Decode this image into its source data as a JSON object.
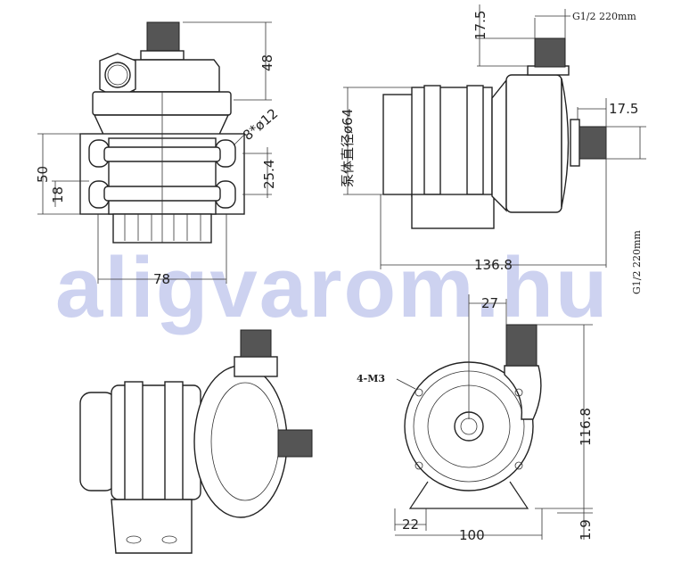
{
  "watermark": "aligvarom.hu",
  "top_view": {
    "height_48": "48",
    "holes": "8*ø12",
    "height_50": "50",
    "height_18": "18",
    "spacing_25_4": "25.4",
    "width_78": "78"
  },
  "side_view": {
    "outlet_length": "17.5",
    "outlet_thread": "G1/2  220mm",
    "body_diameter": "泵体直径ø64",
    "inlet_length": "17.5",
    "total_length": "136.8",
    "inlet_thread": "G1/2  220mm"
  },
  "front_view": {
    "offset_27": "27",
    "screws": "4-M3",
    "height_116_8": "116.8",
    "foot_22": "22",
    "foot_100": "100",
    "foot_1_9": "1.9"
  }
}
